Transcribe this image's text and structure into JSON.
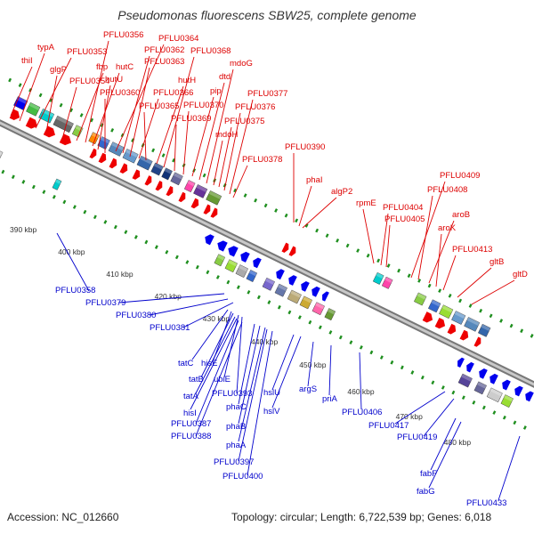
{
  "title": "Pseudomonas fluorescens SBW25, complete genome",
  "accession": "Accession: NC_012660",
  "summary": "Topology: circular; Length: 6,722,539 bp; Genes: 6,018",
  "colors": {
    "forward_label": "#dd0000",
    "reverse_label": "#0000cc",
    "backbone": "#9a9a9a",
    "tick": "#1f8f1f",
    "forward_gene": "#ee0000",
    "reverse_gene": "#0000ee"
  },
  "kbp_ticks": [
    "390 kbp",
    "400 kbp",
    "410 kbp",
    "420 kbp",
    "430 kbp",
    "440 kbp",
    "450 kbp",
    "460 kbp",
    "470 kbp",
    "480 kbp"
  ],
  "forward_labels": [
    "thiI",
    "typA",
    "PFLU0353",
    "glgP",
    "PFLU0354",
    "fbp",
    "PFLU0356",
    "hutC",
    "hutU",
    "PFLU0360",
    "PFLU0364",
    "PFLU0362",
    "PFLU0363",
    "PFLU0366",
    "PFLU0365",
    "hutH",
    "PFLU0368",
    "PFLU0369",
    "PFLU0370",
    "pip",
    "dtd",
    "mdoG",
    "mdoH",
    "PFLU0375",
    "PFLU0376",
    "PFLU0377",
    "PFLU0378",
    "PFLU0390",
    "phaI",
    "algP2",
    "rpmE",
    "PFLU0404",
    "PFLU0405",
    "PFLU0409",
    "PFLU0408",
    "aroB",
    "aroK",
    "PFLU0413",
    "gltB",
    "gltD"
  ],
  "reverse_labels": [
    "PFLU0358",
    "PFLU0379",
    "PFLU0380",
    "PFLU0381",
    "tatC",
    "hisE",
    "tatB",
    "ubiE",
    "tatA",
    "PFLU0393",
    "hisI",
    "PFLU0387",
    "PFLU0388",
    "phaC",
    "phaB",
    "phaA",
    "PFLU0397",
    "PFLU0400",
    "hslU",
    "hslV",
    "argS",
    "priA",
    "PFLU0406",
    "PFLU0417",
    "PFLU0419",
    "fabF",
    "fabG",
    "PFLU0433"
  ]
}
